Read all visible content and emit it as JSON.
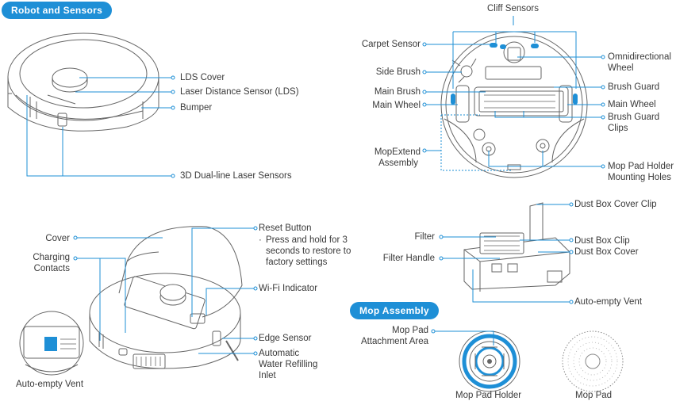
{
  "sections": {
    "robot_sensors": "Robot and Sensors",
    "mop_assembly": "Mop Assembly"
  },
  "top_left_labels": {
    "lds_cover": "LDS Cover",
    "lds": "Laser Distance Sensor (LDS)",
    "bumper": "Bumper",
    "laser_sensors": "3D Dual-line Laser Sensors"
  },
  "top_right_labels": {
    "cliff": "Cliff Sensors",
    "carpet": "Carpet Sensor",
    "side_brush": "Side Brush",
    "main_brush": "Main Brush",
    "main_wheel_left": "Main Wheel",
    "mopextend_1": "MopExtend",
    "mopextend_2": "Assembly",
    "omni_1": "Omnidirectional",
    "omni_2": "Wheel",
    "brush_guard": "Brush Guard",
    "main_wheel_right": "Main Wheel",
    "brush_guard_clips_1": "Brush Guard",
    "brush_guard_clips_2": "Clips",
    "mop_holder_holes_1": "Mop Pad Holder",
    "mop_holder_holes_2": "Mounting Holes"
  },
  "bottom_left_labels": {
    "cover": "Cover",
    "charging_1": "Charging",
    "charging_2": "Contacts",
    "auto_empty_vent": "Auto-empty Vent",
    "reset": "Reset Button",
    "reset_note_1": "Press and hold for 3",
    "reset_note_2": "seconds to restore to",
    "reset_note_3": "factory settings",
    "wifi": "Wi-Fi Indicator",
    "edge": "Edge Sensor",
    "water_1": "Automatic",
    "water_2": "Water Refilling",
    "water_3": "Inlet"
  },
  "dust_box_labels": {
    "cover_clip": "Dust Box Cover Clip",
    "filter": "Filter",
    "filter_handle": "Filter Handle",
    "box_clip": "Dust Box Clip",
    "box_cover": "Dust Box Cover",
    "auto_empty_vent": "Auto-empty Vent"
  },
  "mop_labels": {
    "attach_1": "Mop Pad",
    "attach_2": "Attachment Area",
    "holder": "Mop Pad Holder",
    "pad": "Mop Pad"
  },
  "colors": {
    "accent": "#1e8fd6",
    "line": "#1e8fd6",
    "drawing": "#666666"
  }
}
